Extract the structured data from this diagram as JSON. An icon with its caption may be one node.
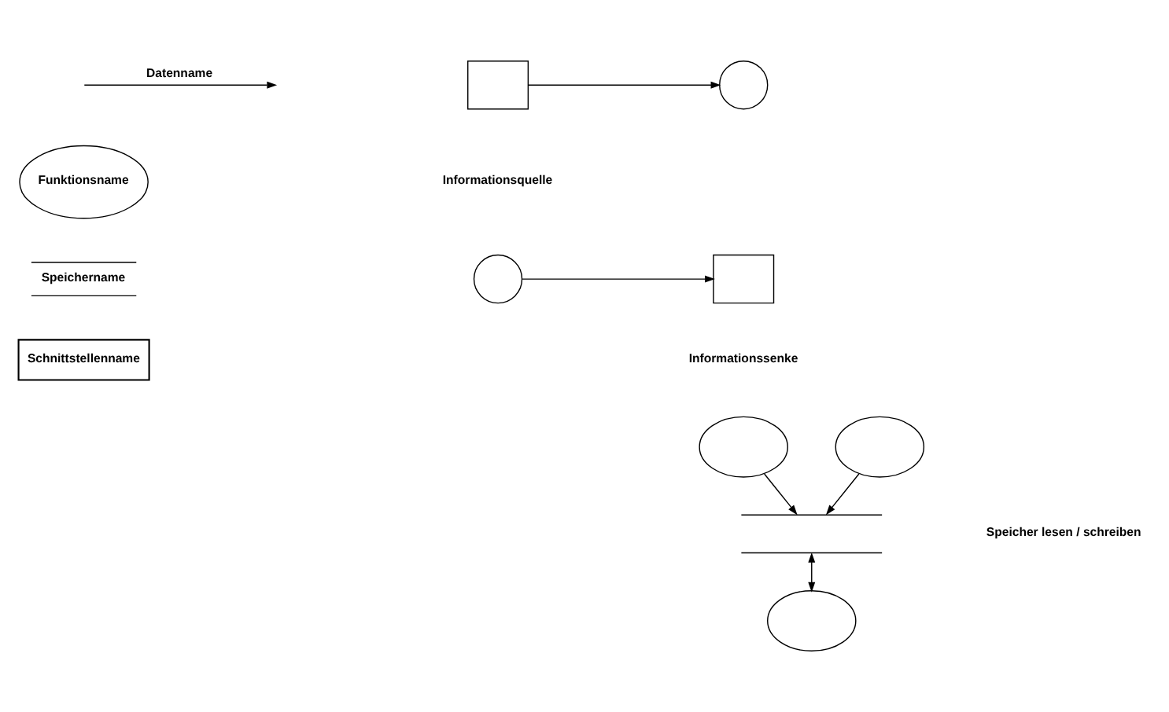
{
  "diagram": {
    "nodes": [
      {
        "text": [
          "Funktionsname"
        ]
      },
      {
        "text": [
          "Speichername"
        ]
      },
      {
        "text": [
          "Schnittstellenname"
        ]
      },
      {
        "text": [],
        "shape": "box"
      },
      {
        "text": [],
        "shape": "circle"
      },
      {
        "text": [],
        "shape": "circle"
      },
      {
        "text": [],
        "shape": "box"
      },
      {
        "text": [],
        "shape": "ellipse"
      },
      {
        "text": [],
        "shape": "ellipse"
      },
      {
        "text": [],
        "shape": "store"
      },
      {
        "text": [],
        "shape": "ellipse"
      }
    ],
    "edges": [
      {
        "from": 3,
        "to": 4,
        "arrow": "to"
      },
      {
        "from": 5,
        "to": 6,
        "arrow": "to"
      },
      {
        "from": 7,
        "to": 9,
        "arrow": "to"
      },
      {
        "from": 8,
        "to": 9,
        "arrow": "to"
      },
      {
        "from": 9,
        "to": 10,
        "arrow": "both"
      }
    ],
    "labels": [
      "Informationsquelle",
      "Informationssenke",
      "Speicher lesen / schreiben"
    ],
    "legend": [
      {
        "text": "Datenname"
      }
    ]
  }
}
